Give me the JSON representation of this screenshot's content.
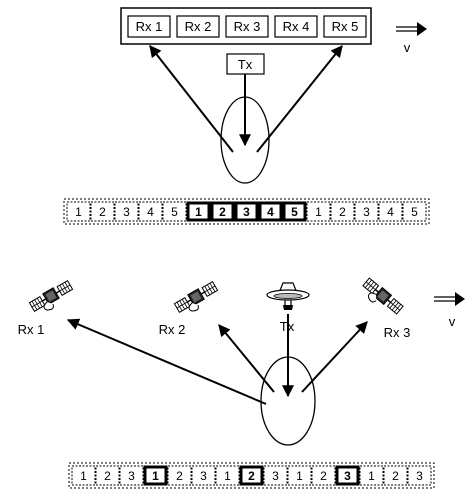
{
  "top": {
    "receivers": [
      "Rx 1",
      "Rx 2",
      "Rx 3",
      "Rx 4",
      "Rx 5"
    ],
    "transmitter": "Tx",
    "velocity": "v",
    "sequence": [
      "1",
      "2",
      "3",
      "4",
      "5",
      "1",
      "2",
      "3",
      "4",
      "5",
      "1",
      "2",
      "3",
      "4",
      "5"
    ],
    "highlighted": [
      5,
      6,
      7,
      8,
      9
    ]
  },
  "bottom": {
    "receivers": [
      "Rx 1",
      "Rx 2",
      "Rx 3"
    ],
    "transmitter": "Tx",
    "velocity": "v",
    "sequence": [
      "1",
      "2",
      "3",
      "1",
      "2",
      "3",
      "1",
      "2",
      "3",
      "1",
      "2",
      "3",
      "1",
      "2",
      "3"
    ],
    "highlighted": [
      3,
      7,
      11
    ]
  },
  "icons": {
    "satellite": "satellite-icon",
    "transmitter": "flying-saucer-icon",
    "arrow": "double-arrow-right-icon"
  }
}
